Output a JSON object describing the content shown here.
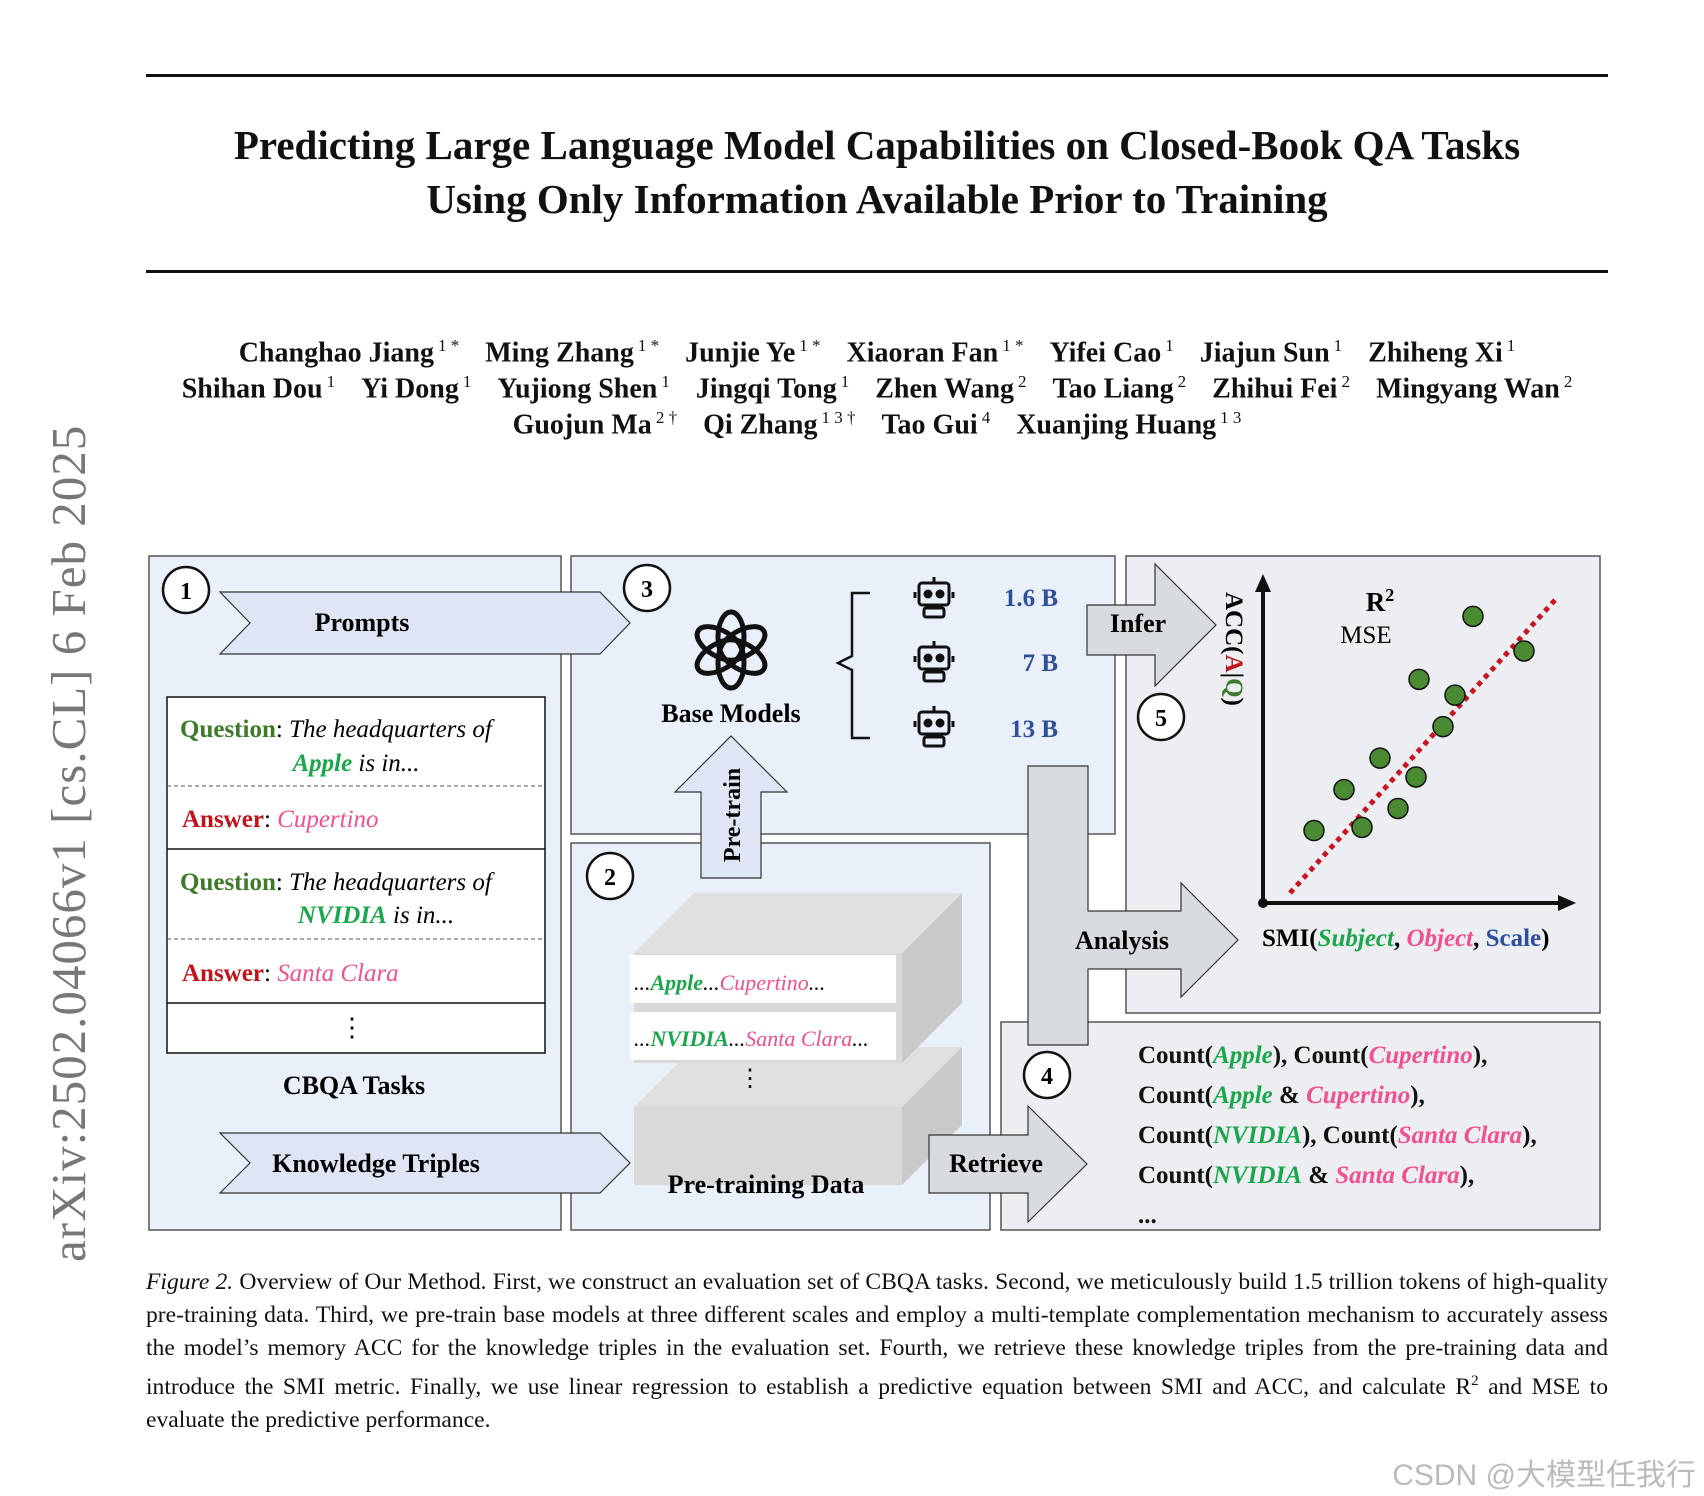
{
  "paper": {
    "title_line1": "Predicting Large Language Model Capabilities on Closed-Book QA Tasks",
    "title_line2": "Using Only Information Available Prior to Training",
    "arxiv_id": "arXiv:2502.04066v1  [cs.CL]  6 Feb 2025",
    "authors": [
      [
        {
          "name": "Changhao Jiang",
          "aff": "1 *"
        },
        {
          "name": "Ming Zhang",
          "aff": "1 *"
        },
        {
          "name": "Junjie Ye",
          "aff": "1 *"
        },
        {
          "name": "Xiaoran Fan",
          "aff": "1 *"
        },
        {
          "name": "Yifei Cao",
          "aff": "1"
        },
        {
          "name": "Jiajun Sun",
          "aff": "1"
        },
        {
          "name": "Zhiheng Xi",
          "aff": "1"
        }
      ],
      [
        {
          "name": "Shihan Dou",
          "aff": "1"
        },
        {
          "name": "Yi Dong",
          "aff": "1"
        },
        {
          "name": "Yujiong Shen",
          "aff": "1"
        },
        {
          "name": "Jingqi Tong",
          "aff": "1"
        },
        {
          "name": "Zhen Wang",
          "aff": "2"
        },
        {
          "name": "Tao Liang",
          "aff": "2"
        },
        {
          "name": "Zhihui Fei",
          "aff": "2"
        },
        {
          "name": "Mingyang Wan",
          "aff": "2"
        }
      ],
      [
        {
          "name": "Guojun Ma",
          "aff": "2 †"
        },
        {
          "name": "Qi Zhang",
          "aff": "1 3 †"
        },
        {
          "name": "Tao Gui",
          "aff": "4"
        },
        {
          "name": "Xuanjing Huang",
          "aff": "1 3"
        }
      ]
    ]
  },
  "figure": {
    "steps": [
      "1",
      "2",
      "3",
      "4",
      "5"
    ],
    "prompts_label": "Prompts",
    "knowledge_triples_label": "Knowledge Triples",
    "cbqa_tasks_label": "CBQA Tasks",
    "question_label": "Question",
    "answer_label": "Answer",
    "colon": ":",
    "qa": [
      {
        "q_prefix": "The headquarters of",
        "subject": "Apple",
        "q_suffix": "is in...",
        "answer": "Cupertino"
      },
      {
        "q_prefix": "The headquarters of",
        "subject": "NVIDIA",
        "q_suffix": "is in...",
        "answer": "Santa Clara"
      }
    ],
    "vdots": "⋮",
    "pretrain_label": "Pre-train",
    "base_models_label": "Base Models",
    "model_sizes": [
      "1.6 B",
      "7 B",
      "13 B"
    ],
    "infer_label": "Infer",
    "analysis_label": "Analysis",
    "retrieve_label": "Retrieve",
    "pretraining_data_label": "Pre-training Data",
    "data_snippets": [
      {
        "pre": "...",
        "s": "Apple",
        "mid": "...",
        "o": "Cupertino",
        "post": "..."
      },
      {
        "pre": "...",
        "s": "NVIDIA",
        "mid": "...",
        "o": "Santa Clara",
        "post": "..."
      }
    ],
    "plot_metric_1": "R",
    "plot_metric_1_sup": "2",
    "plot_metric_2": "MSE",
    "plot_ylabel": {
      "pre": "ACC(",
      "a": "A",
      "bar": "|",
      "q": "Q",
      "post": ")"
    },
    "plot_xlabel": {
      "pre": "SMI(",
      "subject": "Subject",
      "comma1": ",",
      "object": "Object",
      "comma2": ",",
      "scale": "Scale",
      "post": ")"
    },
    "count_lines": [
      [
        {
          "t": "Count(",
          "c": "k"
        },
        {
          "t": "Apple",
          "c": "g"
        },
        {
          "t": "), Count(",
          "c": "k"
        },
        {
          "t": "Cupertino",
          "c": "p"
        },
        {
          "t": "),",
          "c": "k"
        }
      ],
      [
        {
          "t": "Count(",
          "c": "k"
        },
        {
          "t": "Apple",
          "c": "g"
        },
        {
          "t": " & ",
          "c": "k"
        },
        {
          "t": "Cupertino",
          "c": "p"
        },
        {
          "t": "),",
          "c": "k"
        }
      ],
      [
        {
          "t": "Count(",
          "c": "k"
        },
        {
          "t": "NVIDIA",
          "c": "g"
        },
        {
          "t": "), Count(",
          "c": "k"
        },
        {
          "t": "Santa Clara",
          "c": "p"
        },
        {
          "t": "),",
          "c": "k"
        }
      ],
      [
        {
          "t": "Count(",
          "c": "k"
        },
        {
          "t": "NVIDIA",
          "c": "g"
        },
        {
          "t": " & ",
          "c": "k"
        },
        {
          "t": "Santa Clara",
          "c": "p"
        },
        {
          "t": "),",
          "c": "k"
        }
      ],
      [
        {
          "t": "...",
          "c": "k"
        }
      ]
    ],
    "scatter_points": [
      [
        0.17,
        0.23
      ],
      [
        0.27,
        0.36
      ],
      [
        0.33,
        0.24
      ],
      [
        0.39,
        0.46
      ],
      [
        0.45,
        0.3
      ],
      [
        0.51,
        0.4
      ],
      [
        0.52,
        0.71
      ],
      [
        0.6,
        0.56
      ],
      [
        0.64,
        0.66
      ],
      [
        0.7,
        0.91
      ],
      [
        0.87,
        0.8
      ]
    ],
    "colors": {
      "subject_green": "#1aa64a",
      "object_pink": "#f0508f",
      "scale_blue": "#2e4f9a",
      "question_green": "#3e7a2a",
      "answer_red": "#c0141b",
      "panel_blue": "#eaf0fa",
      "panel_gray": "#eceef1",
      "arrow_blue": "#dfe5f4",
      "arrow_gray": "#d8dbdf",
      "point_green": "#4a8a32",
      "regression_red": "#c81420"
    }
  },
  "caption": {
    "lead": "Figure 2.",
    "text": " Overview of Our Method. First, we construct an evaluation set of CBQA tasks. Second, we meticulously build 1.5 trillion tokens of high-quality pre-training data. Third, we pre-train base models at three different scales and employ a multi-template complementation mechanism to accurately assess the model’s memory ACC for the knowledge triples in the evaluation set. Fourth, we retrieve these knowledge triples from the pre-training data and introduce the SMI metric. Finally, we use linear regression to establish a predictive equation between SMI and ACC, and calculate R",
    "sup": "2",
    "tail": " and MSE to evaluate the predictive performance."
  },
  "watermark": "CSDN @大模型任我行"
}
